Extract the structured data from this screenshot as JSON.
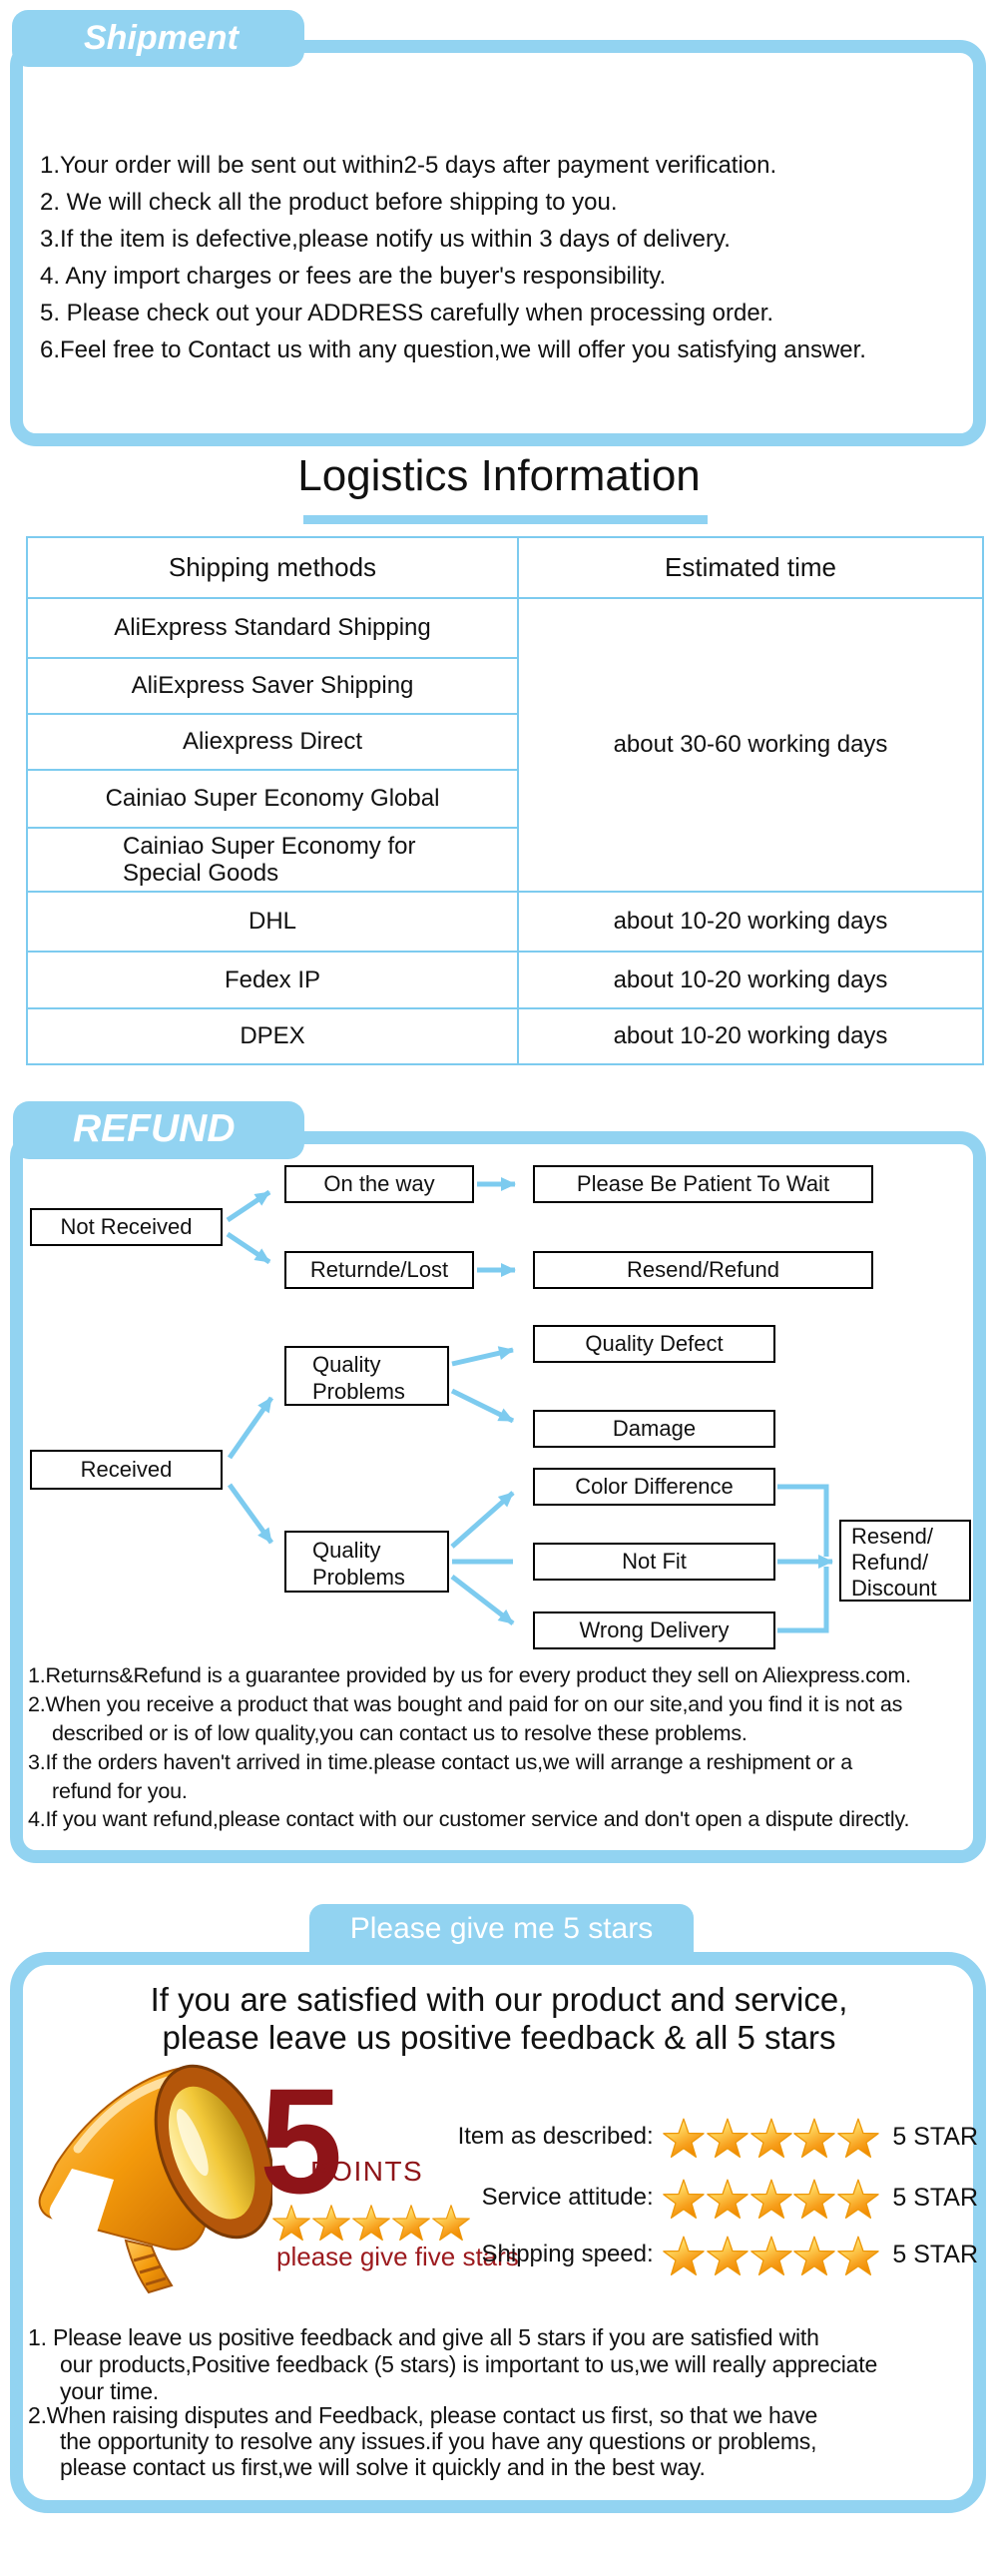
{
  "shipment": {
    "tab": "Shipment",
    "lines": [
      "1.Your order will be sent out within2-5 days after payment verification.",
      "2. We will check all the product before shipping to you.",
      "3.If the item is defective,please notify us within 3 days of delivery.",
      "4. Any import charges or fees are the buyer's responsibility.",
      "5. Please check out your ADDRESS carefully when processing order.",
      "6.Feel free to Contact us with any question,we will offer you satisfying answer."
    ]
  },
  "logistics": {
    "title": "Logistics Information",
    "header": {
      "method": "Shipping methods",
      "time": "Estimated time"
    },
    "group": {
      "methods": [
        "AliExpress Standard Shipping",
        "AliExpress Saver Shipping",
        "Aliexpress Direct",
        "Cainiao Super Economy Global",
        "Cainiao Super Economy for Special Goods"
      ],
      "time": "about 30-60 working days"
    },
    "express": [
      {
        "method": "DHL",
        "time": "about 10-20 working days"
      },
      {
        "method": "Fedex IP",
        "time": "about 10-20 working days"
      },
      {
        "method": "DPEX",
        "time": "about 10-20 working days"
      }
    ]
  },
  "refund": {
    "tab": "REFUND",
    "flow": {
      "not_received": "Not Received",
      "on_the_way": "On the way",
      "be_patient": "Please Be Patient To Wait",
      "returned_lost": "Returnde/Lost",
      "resend_refund": "Resend/Refund",
      "quality_problems": "Quality Problems",
      "quality_defect": "Quality Defect",
      "damage": "Damage",
      "received": "Received",
      "color_difference": "Color Difference",
      "not_fit": "Not Fit",
      "wrong_delivery": "Wrong Delivery",
      "outcome_lines": [
        "Resend/",
        "Refund/",
        "Discount"
      ]
    },
    "notes": [
      "1.Returns&Refund is a guarantee provided by us for every product they sell on Aliexpress.com.",
      "2.When you receive a product that was bought and paid for on our site,and you find it is not as",
      "described or is of low quality,you can contact us to resolve these problems.",
      "3.If the orders haven't arrived in time.please contact us,we will arrange a reshipment or a",
      "refund for you.",
      "4.If you want refund,please contact with our customer service and don't open a dispute directly."
    ]
  },
  "feedback": {
    "tab": "Please give me  5 stars",
    "headline1": "If you are satisfied with our product and service,",
    "headline2": "please leave us positive feedback & all 5 stars",
    "big_number": "5",
    "points_label": "POINTS",
    "give_five": "please give five stars",
    "ratings": [
      {
        "label": "Item as described:",
        "suffix": "5 STAR"
      },
      {
        "label": "Service attitude:",
        "suffix": "5 STAR"
      },
      {
        "label": "Shipping speed:",
        "suffix": "5 STAR"
      }
    ],
    "notes": [
      "1. Please leave us positive feedback and give all 5 stars if you are satisfied with",
      "our products,Positive feedback (5 stars) is important to us,we will really appreciate",
      "your time.",
      "2.When raising disputes and Feedback, please contact us first, so that we have",
      "the opportunity to resolve any issues.if you have any questions or problems,",
      "please contact us first,we will solve it quickly and in the best way."
    ]
  },
  "colors": {
    "panel_blue": "#92D3F1",
    "line_blue": "#7DCBEF",
    "dark_red": "#8E1418",
    "star_orange": "#F7A01D"
  }
}
